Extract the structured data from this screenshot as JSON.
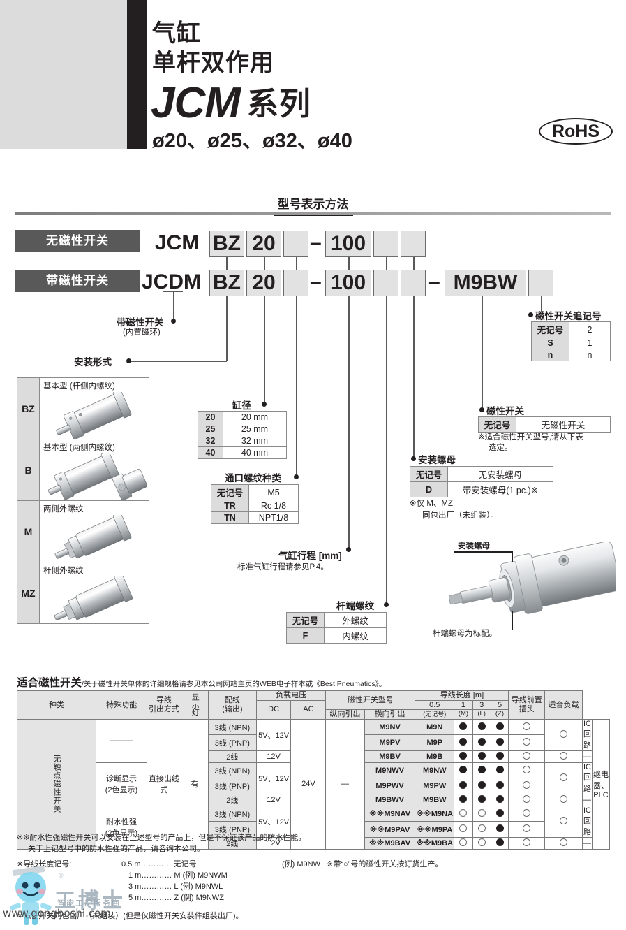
{
  "header": {
    "line1": "气缸",
    "line2": "单杆双作用",
    "series_code": "JCM",
    "series_word": "系列",
    "bores": "ø20、ø25、ø32、ø40",
    "rohs": "RoHS"
  },
  "section": {
    "title": "型号表示方法"
  },
  "model": {
    "row_nomag_label": "无磁性开关",
    "row_mag_label": "带磁性开关",
    "prefix_nomag": "JCM",
    "prefix_mag": "JCDM",
    "mount": "BZ",
    "bore": "20",
    "thread": "",
    "stroke": "100",
    "rodend": "",
    "nut": "",
    "switch": "M9BW",
    "switch_qty": "",
    "dash": "–"
  },
  "callouts": {
    "built_in_magnet": {
      "label": "带磁性开关",
      "sub": "(内置磁环)"
    },
    "mounting": {
      "label": "安装形式"
    },
    "bore": {
      "label": "缸径"
    },
    "port_thread": {
      "label": "通口螺纹种类"
    },
    "stroke": {
      "label": "气缸行程 [mm]",
      "note": "标准气缸行程请参见P.4。"
    },
    "rod_end_thread": {
      "label": "杆端螺纹"
    },
    "mount_nut": {
      "label": "安装螺母",
      "note1": "※仅 M、MZ",
      "note2": "同包出厂（未组装）。"
    },
    "auto_switch": {
      "label": "磁性开关",
      "note": "※适合磁性开关型号,请从下表",
      "note2": "选定。"
    },
    "switch_qty": {
      "label": "磁性开关追记号"
    },
    "photo_nut": "安装螺母",
    "photo_rodnut": "杆端螺母为标配。"
  },
  "mounting_table": {
    "rows": [
      {
        "code": "BZ",
        "name": "基本型 (杆侧内螺纹)"
      },
      {
        "code": "B",
        "name": "基本型 (两侧内螺纹)"
      },
      {
        "code": "M",
        "name": "两侧外螺纹"
      },
      {
        "code": "MZ",
        "name": "杆侧外螺纹"
      }
    ]
  },
  "bore_table": {
    "rows": [
      {
        "code": "20",
        "value": "20 mm"
      },
      {
        "code": "25",
        "value": "25 mm"
      },
      {
        "code": "32",
        "value": "32 mm"
      },
      {
        "code": "40",
        "value": "40 mm"
      }
    ]
  },
  "port_thread_table": {
    "rows": [
      {
        "code": "无记号",
        "value": "M5"
      },
      {
        "code": "TR",
        "value": "Rc 1/8"
      },
      {
        "code": "TN",
        "value": "NPT1/8"
      }
    ]
  },
  "rod_end_table": {
    "rows": [
      {
        "code": "无记号",
        "value": "外螺纹"
      },
      {
        "code": "F",
        "value": "内螺纹"
      }
    ]
  },
  "mount_nut_table": {
    "rows": [
      {
        "code": "无记号",
        "value": "无安装螺母"
      },
      {
        "code": "D",
        "value": "带安装螺母(1 pc.)※"
      }
    ]
  },
  "auto_switch_table": {
    "rows": [
      {
        "code": "无记号",
        "value": "无磁性开关"
      }
    ]
  },
  "switch_qty_table": {
    "rows": [
      {
        "code": "无记号",
        "value": "2"
      },
      {
        "code": "S",
        "value": "1"
      },
      {
        "code": "n",
        "value": "n"
      }
    ]
  },
  "switch_section": {
    "title": "适合磁性开关",
    "subtitle": "/关于磁性开关单体的详细规格请参见本公司网站主页的WEB电子样本或《Best Pneumatics》。",
    "headers": {
      "kind": "种类",
      "special": "特殊功能",
      "lead_out": "导线\n引出方式",
      "lamp": "显示灯",
      "wiring": "配线\n(输出)",
      "load_voltage": "负载电压",
      "dc": "DC",
      "ac": "AC",
      "model": "磁性开关型号",
      "vertical": "纵向引出",
      "horizontal": "横向引出",
      "lead_len": "导线长度 [m]",
      "len_05": "0.5",
      "len_05s": "(无记号)",
      "len_1": "1",
      "len_1s": "(M)",
      "len_3": "3",
      "len_3s": "(L)",
      "len_5": "5",
      "len_5s": "(Z)",
      "preconn": "导线前置\n插头",
      "load": "适合负载"
    },
    "kind_cell": "无触点磁性开关",
    "lead_out_cell": "直接出线式",
    "lamp_cell": "有",
    "dc_cell": "24V",
    "ac_cell": "—",
    "load_cell": "继电\n器、\nPLC",
    "special_groups": [
      {
        "label": "———"
      },
      {
        "label": "诊断显示\n(2色显示)"
      },
      {
        "label": "耐水性强\n(2色显示)"
      }
    ],
    "rows": [
      {
        "wiring": "3线 (NPN)",
        "dcv": "5V、12V",
        "vertical": "M9NV",
        "horizontal": "M9N",
        "l05": "f",
        "l1": "f",
        "l3": "f",
        "l5": "o",
        "pre": "o",
        "ic": "IC回路"
      },
      {
        "wiring": "3线 (PNP)",
        "dcv": "",
        "vertical": "M9PV",
        "horizontal": "M9P",
        "l05": "f",
        "l1": "f",
        "l3": "f",
        "l5": "o",
        "pre": "o",
        "ic": "IC回路"
      },
      {
        "wiring": "2线",
        "dcv": "12V",
        "vertical": "M9BV",
        "horizontal": "M9B",
        "l05": "f",
        "l1": "f",
        "l3": "f",
        "l5": "o",
        "pre": "o",
        "ic": "—"
      },
      {
        "wiring": "3线 (NPN)",
        "dcv": "5V、12V",
        "vertical": "M9NWV",
        "horizontal": "M9NW",
        "l05": "f",
        "l1": "f",
        "l3": "f",
        "l5": "o",
        "pre": "o",
        "ic": "IC回路"
      },
      {
        "wiring": "3线 (PNP)",
        "dcv": "",
        "vertical": "M9PWV",
        "horizontal": "M9PW",
        "l05": "f",
        "l1": "f",
        "l3": "f",
        "l5": "o",
        "pre": "o",
        "ic": "IC回路"
      },
      {
        "wiring": "2线",
        "dcv": "12V",
        "vertical": "M9BWV",
        "horizontal": "M9BW",
        "l05": "f",
        "l1": "f",
        "l3": "f",
        "l5": "o",
        "pre": "o",
        "ic": "—"
      },
      {
        "wiring": "3线 (NPN)",
        "dcv": "5V、12V",
        "vertical": "※※M9NAV",
        "horizontal": "※※M9NA",
        "l05": "o",
        "l1": "o",
        "l3": "f",
        "l5": "o",
        "pre": "o",
        "ic": "IC回路"
      },
      {
        "wiring": "3线 (PNP)",
        "dcv": "",
        "vertical": "※※M9PAV",
        "horizontal": "※※M9PA",
        "l05": "o",
        "l1": "o",
        "l3": "f",
        "l5": "o",
        "pre": "o",
        "ic": "IC回路"
      },
      {
        "wiring": "2线",
        "dcv": "12V",
        "vertical": "※※M9BAV",
        "horizontal": "※※M9BA",
        "l05": "o",
        "l1": "o",
        "l3": "f",
        "l5": "o",
        "pre": "o",
        "ic": "—"
      }
    ]
  },
  "notes": {
    "n1": "※※耐水性强磁性开关可以安装在上述型号的产品上，但是不保证该产品的防水性能。",
    "n1b": "关于上记型号中的防水性强的产品，请咨询本公司。",
    "n2label": "※导线长度记号:",
    "lengths": [
      {
        "m": "0.5 m",
        "dots": "…………",
        "code": "无记号",
        "ex": "(例) M9NW"
      },
      {
        "m": "1 m",
        "dots": "…………",
        "code": "M",
        "ex": "(例) M9NWM"
      },
      {
        "m": "3 m",
        "dots": "…………",
        "code": "L",
        "ex": "(例) M9NWL"
      },
      {
        "m": "5 m",
        "dots": "…………",
        "code": "Z",
        "ex": "(例) M9NWZ"
      }
    ],
    "order_note": "※带“○”号的磁性开关按订货生产。",
    "n3": "※磁性开关同包出厂（未组装）(但是仅磁性开关安装件组装出厂)。"
  },
  "watermark": {
    "text": "工博士",
    "sub": "智能工厂服务商",
    "url": "www.gongboshi.com"
  }
}
